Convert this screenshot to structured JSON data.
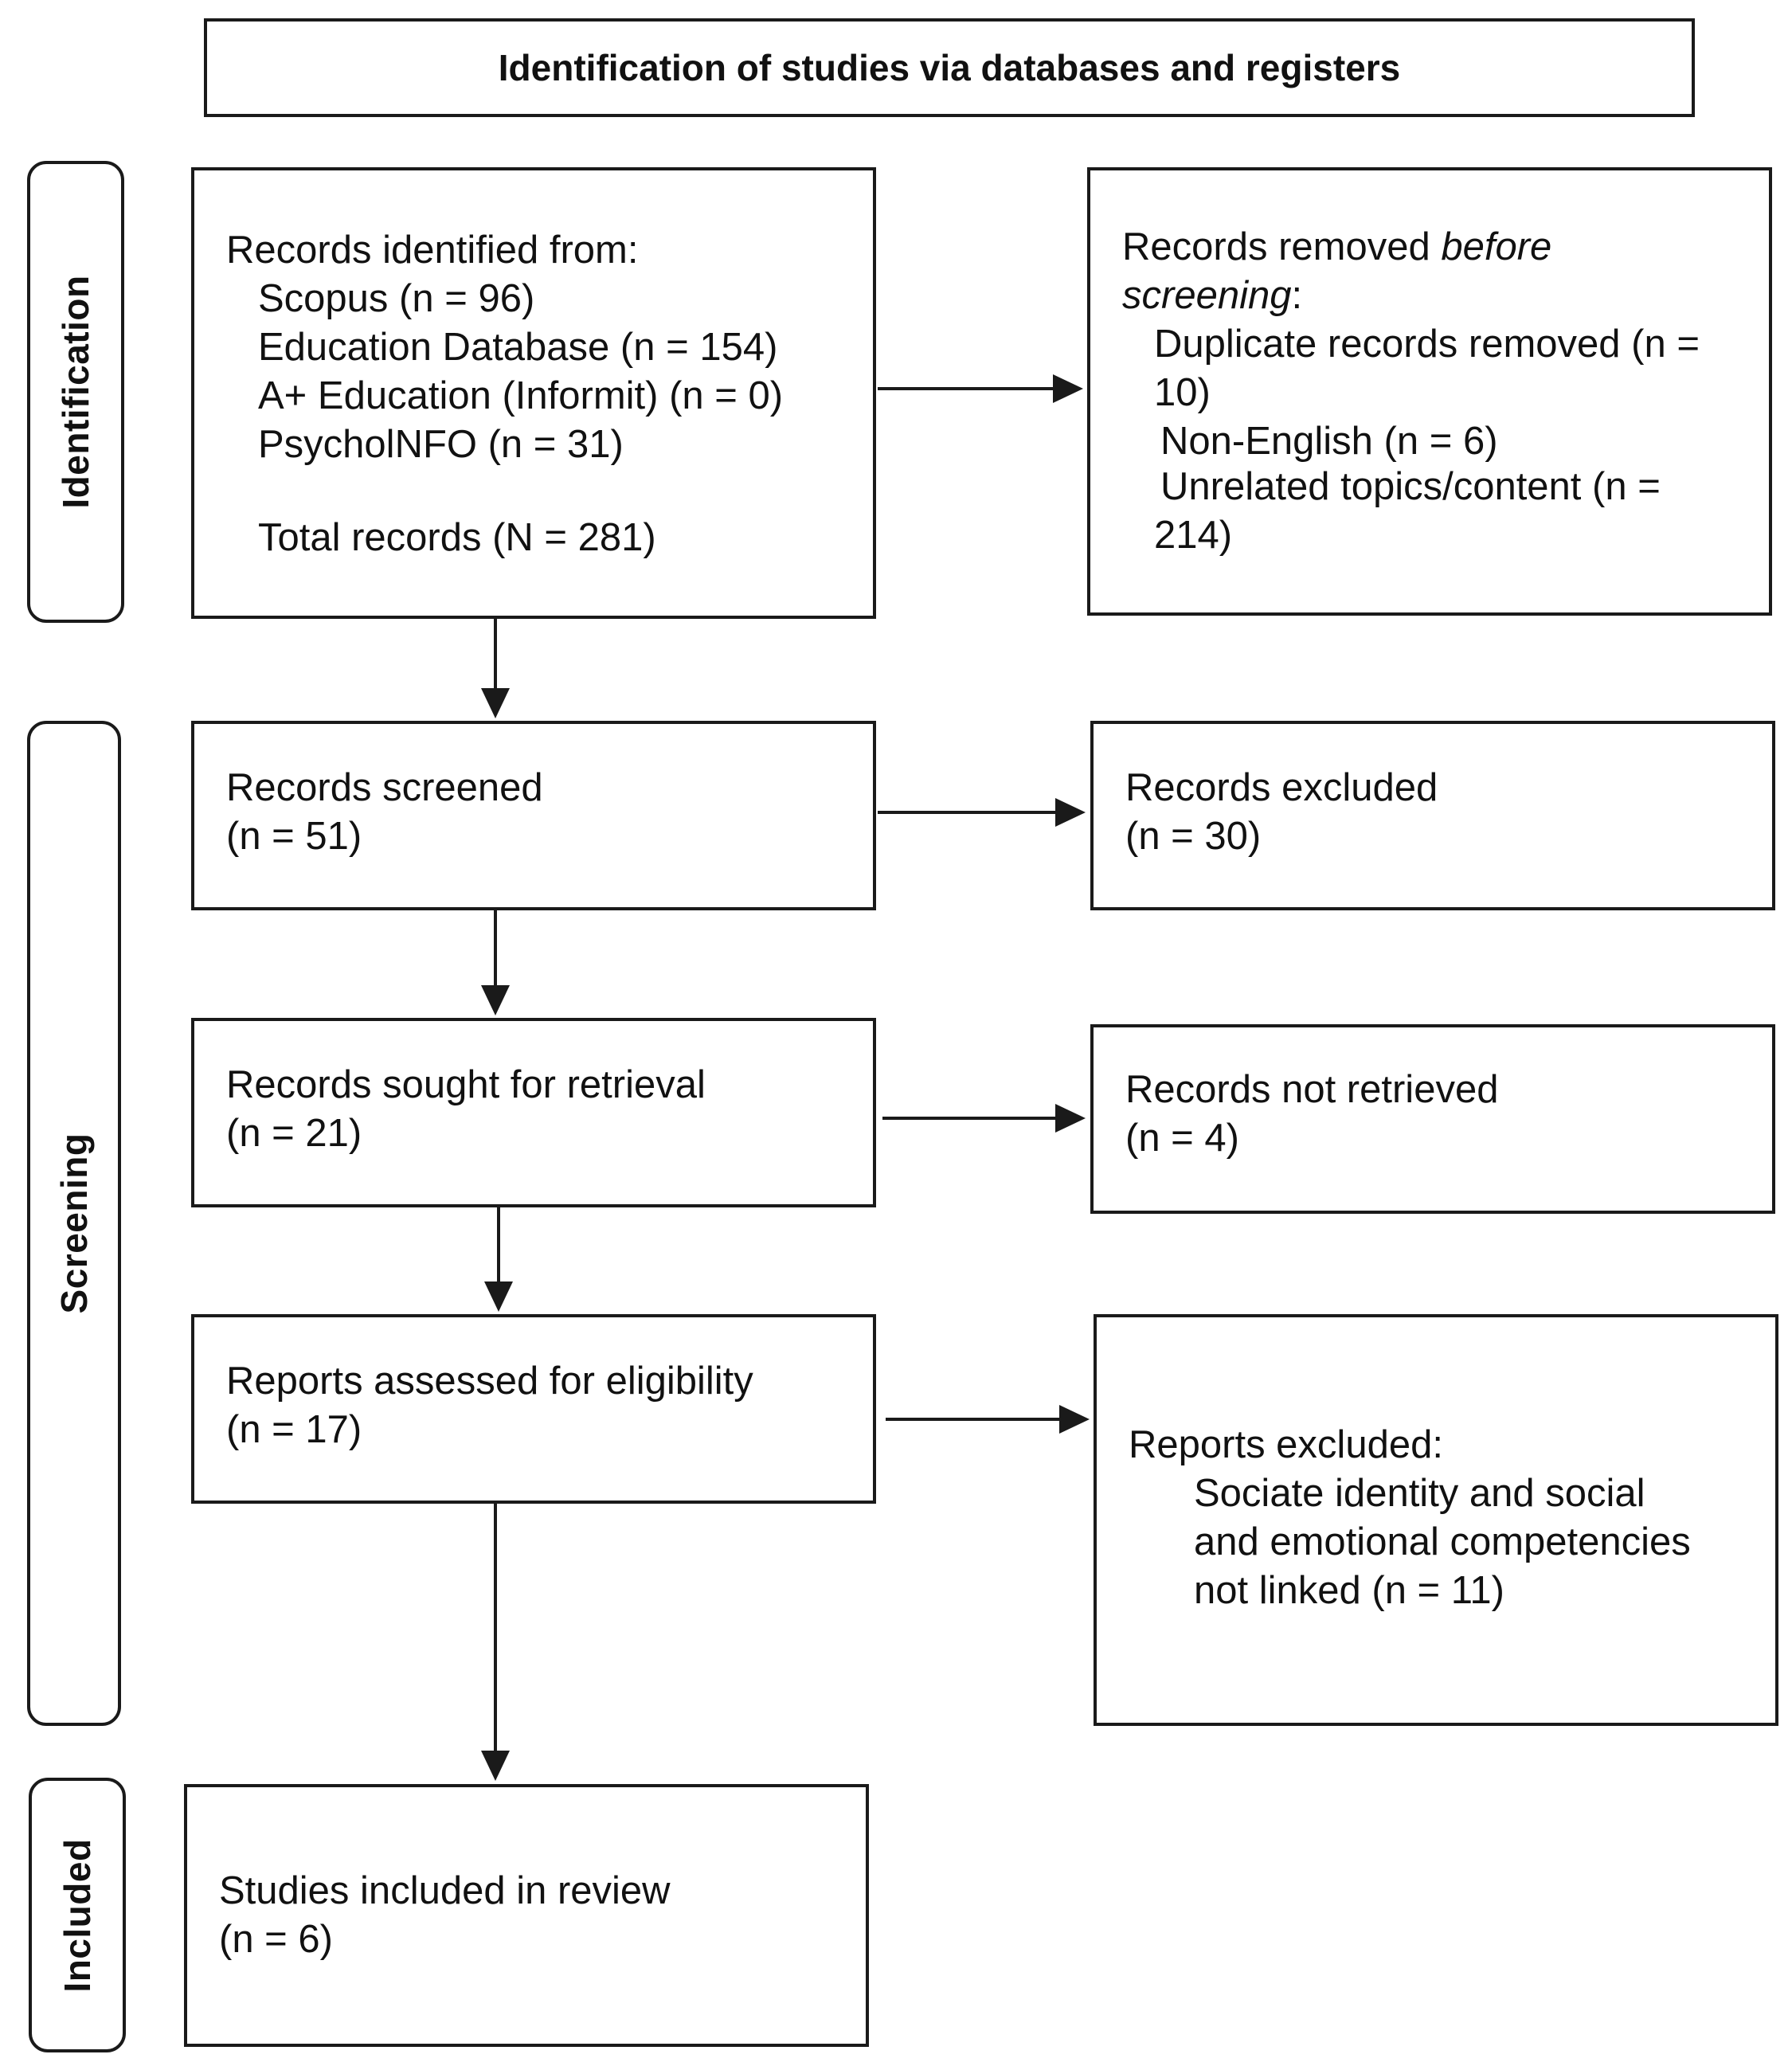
{
  "header": {
    "title": "Identification of studies via databases and registers"
  },
  "phases": {
    "identification": "Identification",
    "screening": "Screening",
    "included": "Included"
  },
  "identified": {
    "heading": "Records identified from:",
    "sources": [
      "Scopus (n = 96)",
      "Education Database (n = 154)",
      "A+ Education (Informit) (n = 0)",
      "PsycholNFO (n = 31)"
    ],
    "total": "Total records (N = 281)"
  },
  "removed": {
    "heading_prefix": "Records removed ",
    "heading_italic_1": "before",
    "heading_italic_2": "screening",
    "heading_suffix": ":",
    "duplicate_line1": "Duplicate records removed (n =",
    "duplicate_line2": "10)",
    "non_english": "Non-English (n = 6)",
    "unrelated_line1": "Unrelated topics/content (n =",
    "unrelated_line2": "214)"
  },
  "screened": {
    "label": "Records screened",
    "count": "(n = 51)"
  },
  "excluded": {
    "label": "Records excluded",
    "count": "(n = 30)"
  },
  "sought": {
    "label": "Records sought for retrieval",
    "count": "(n = 21)"
  },
  "not_retrieved": {
    "label": "Records not retrieved",
    "count": "(n = 4)"
  },
  "assessed": {
    "label": "Reports assessed for eligibility",
    "count": "(n = 17)"
  },
  "reports_excluded": {
    "heading": "Reports excluded:",
    "reason_line1": "Sociate identity and social",
    "reason_line2": "and emotional competencies",
    "reason_line3": "not linked (n = 11)"
  },
  "included_studies": {
    "label": "Studies included in review",
    "count": "(n = 6)"
  }
}
